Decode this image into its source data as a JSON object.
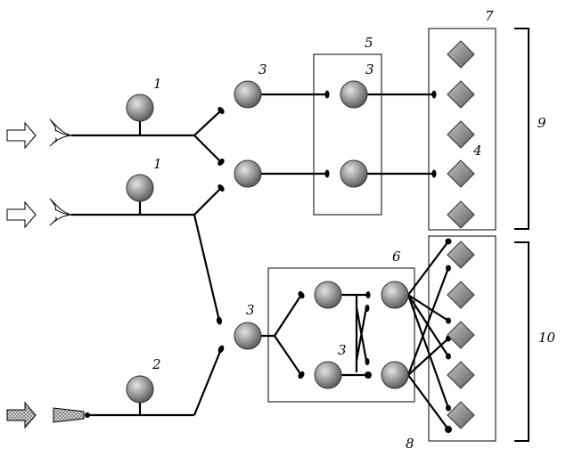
{
  "labels": {
    "neuron_1_upper": "1",
    "neuron_1_lower": "1",
    "neuron_2": "2",
    "neuron_3_top": "3",
    "neuron_3_box5": "3",
    "neuron_3_mid": "3",
    "neuron_3_box6": "3",
    "effector_4": "4",
    "box_5": "5",
    "box_6": "6",
    "box_7": "7",
    "box_8": "8",
    "bracket_9": "9",
    "bracket_10": "10"
  },
  "colors": {
    "line": "#000000",
    "neuron_light": "#d8d8d8",
    "neuron_dark": "#6a6a6a",
    "effector_light": "#c0c0c0",
    "effector_dark": "#6e6e6e",
    "arrow_fill": "#ffffff",
    "arrow_pattern": "#9a9a9a"
  },
  "icons": {
    "stimulus_arrow": "outline-arrow-icon",
    "stimulus_arrow_patterned": "patterned-arrow-icon",
    "receptor": "receptor-fork-icon",
    "neuron": "sphere-icon",
    "effector": "diamond-icon",
    "synapse": "synapse-dot-icon"
  }
}
